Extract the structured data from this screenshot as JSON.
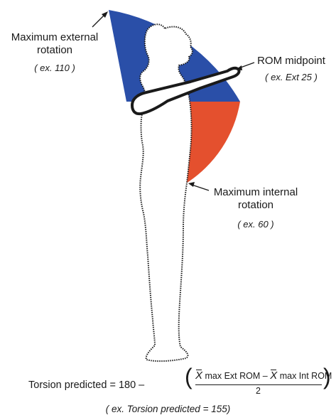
{
  "colors": {
    "external_sector": "#2a4fa8",
    "internal_sector": "#e4502e",
    "outline": "#1a1a1a",
    "background": "#ffffff"
  },
  "labels": {
    "max_external_line1": "Maximum external",
    "max_external_line2": "rotation",
    "max_external_example": "( ex. 110 )",
    "rom_midpoint": "ROM midpoint",
    "rom_midpoint_example": "( ex. Ext 25 )",
    "max_internal_line1": "Maximum internal",
    "max_internal_line2": "rotation",
    "max_internal_example": "( ex. 60 )"
  },
  "formula": {
    "lhs": "Torsion predicted = 180 –",
    "open_paren": "(",
    "close_paren": ")",
    "x_symbol": "X",
    "num_part1": "max Ext ROM –",
    "num_part2": "max Int ROM",
    "denominator": "2",
    "example": "( ex. Torsion predicted = 155)"
  }
}
